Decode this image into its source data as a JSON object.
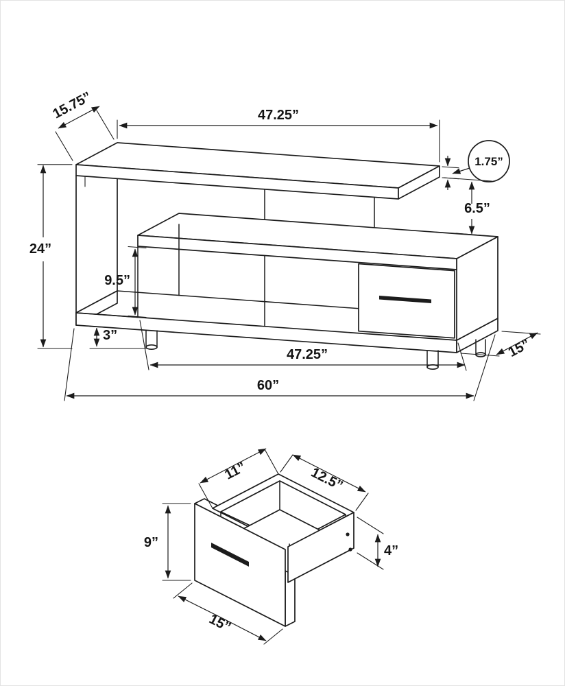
{
  "sheet": {
    "tv_stand": {
      "dim_top_depth": "15.75”",
      "dim_top_width": "47.25”",
      "dim_thickness": "1.75”",
      "dim_gap": "6.5”",
      "dim_height": "24”",
      "dim_interior": "9.5”",
      "dim_leg": "3”",
      "dim_lower_width": "47.25”",
      "dim_depth": "15”",
      "dim_width": "60”"
    },
    "drawer": {
      "dim_depth": "11”",
      "dim_width": "12.5”",
      "dim_front_height": "9”",
      "dim_side_height": "4”",
      "dim_front_width": "15”"
    }
  }
}
